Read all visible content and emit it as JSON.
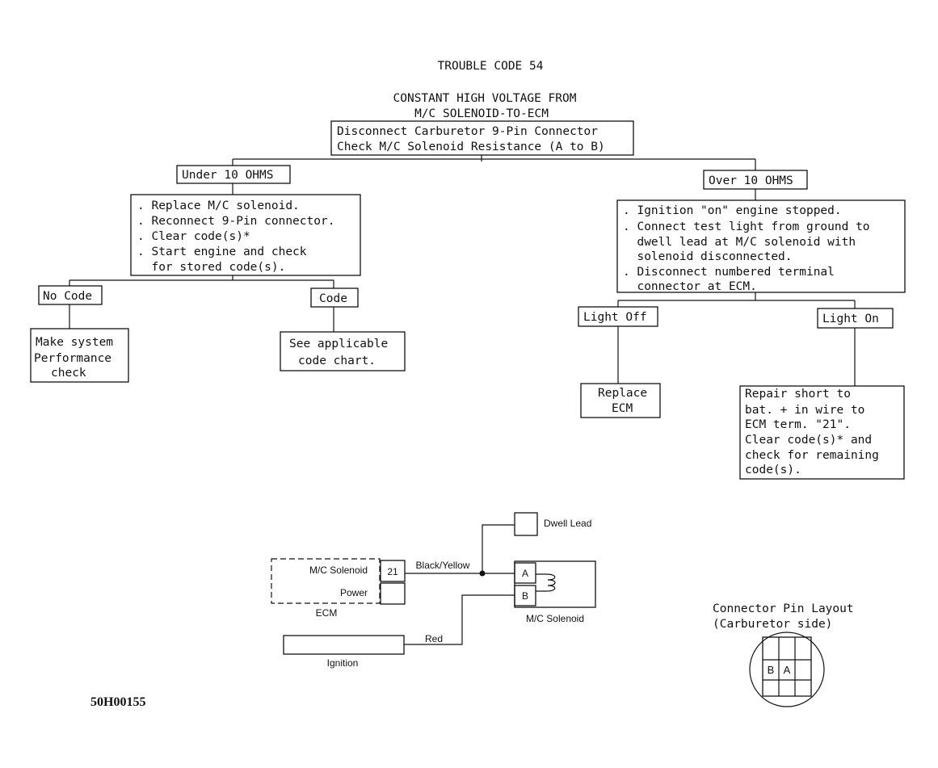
{
  "flowchart": {
    "title": "TROUBLE CODE 54",
    "subtitle_line1": "CONSTANT HIGH VOLTAGE FROM",
    "subtitle_line2": "M/C SOLENOID-TO-ECM",
    "start_box": {
      "line1": "Disconnect Carburetor 9-Pin Connector",
      "line2": "Check M/C Solenoid Resistance (A to B)"
    },
    "under_label": "Under 10 OHMS",
    "over_label": "Over 10 OHMS",
    "left_steps": [
      ". Replace M/C solenoid.",
      ". Reconnect 9-Pin connector.",
      ". Clear code(s)*",
      ". Start engine and check",
      "  for stored code(s)."
    ],
    "right_steps": [
      ". Ignition \"on\" engine stopped.",
      ". Connect test light from ground to",
      "  dwell lead at M/C solenoid with",
      "  solenoid disconnected.",
      ". Disconnect numbered terminal",
      "  connector at ECM."
    ],
    "no_code_label": "No Code",
    "code_label": "Code",
    "light_off_label": "Light Off",
    "light_on_label": "Light On",
    "make_system_box": [
      "Make system",
      "Performance",
      "check"
    ],
    "see_chart_box": [
      "See applicable",
      "code chart."
    ],
    "replace_ecm_box": [
      "Replace",
      "ECM"
    ],
    "repair_box": [
      "Repair short to",
      "bat. + in wire to",
      "ECM term. \"21\".",
      "Clear code(s)* and",
      "check for remaining",
      "code(s)."
    ]
  },
  "wiring": {
    "dwell_lead_label": "Dwell Lead",
    "ecm_mc_solenoid_label": "M/C Solenoid",
    "ecm_power_label": "Power",
    "terminal_number": "21",
    "wire_black_yellow": "Black/Yellow",
    "pin_a": "A",
    "pin_b": "B",
    "ecm_label": "ECM",
    "mc_solenoid_label": "M/C Solenoid",
    "wire_red": "Red",
    "ignition_label": "Ignition"
  },
  "connector_layout": {
    "title_line1": "Connector Pin Layout",
    "title_line2": "(Carburetor side)",
    "pin_b": "B",
    "pin_a": "A"
  },
  "figure_id": "50H00155"
}
